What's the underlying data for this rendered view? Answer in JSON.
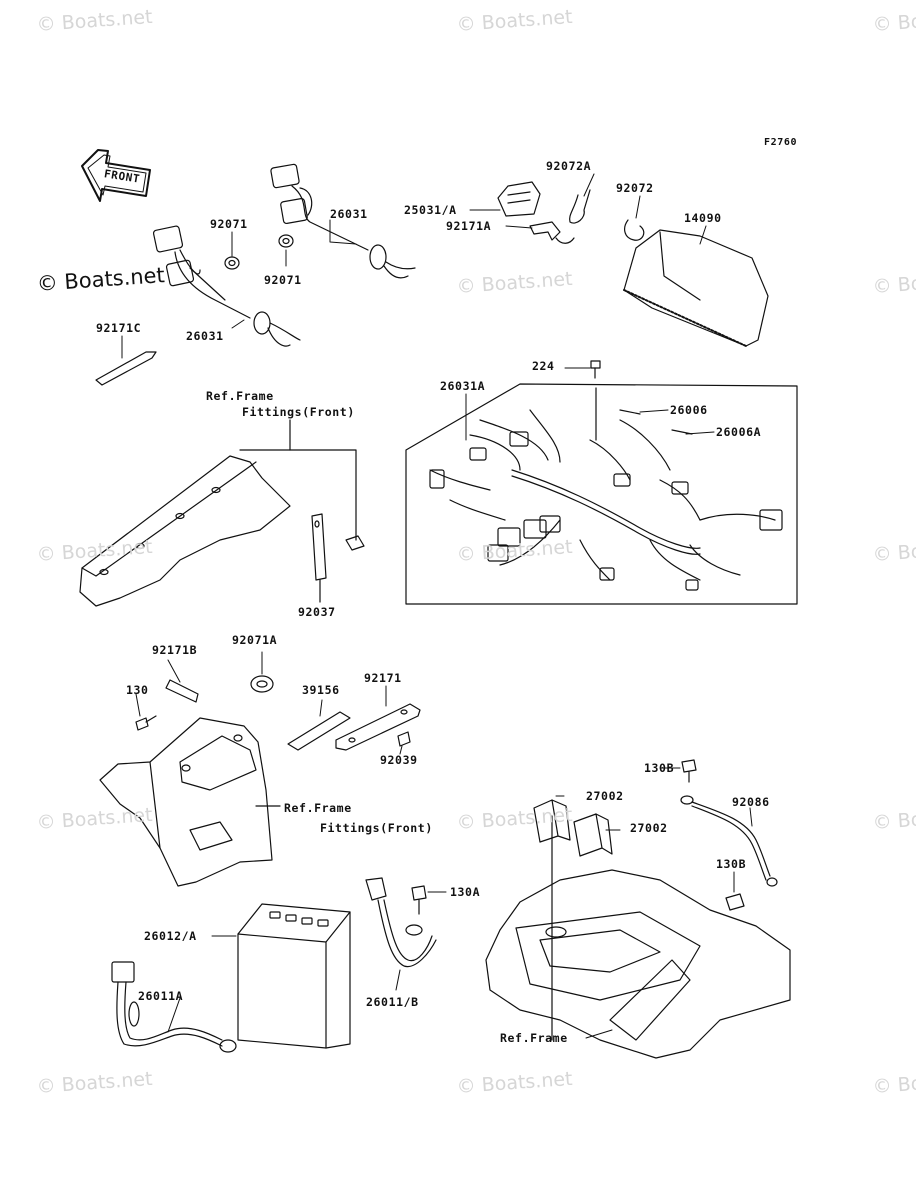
{
  "figure_code": "F2760",
  "front_arrow_label": "FRONT",
  "watermark_text": "© Boats.net",
  "part_labels": {
    "p92072A": "92072A",
    "p92072": "92072",
    "p25031A": "25031/A",
    "p14090": "14090",
    "p92171A": "92171A",
    "p92071_top": "92071",
    "p26031_top": "26031",
    "p92071_mid": "92071",
    "p26031_left": "26031",
    "p92171C": "92171C",
    "p224": "224",
    "p26031A": "26031A",
    "p26006": "26006",
    "p26006A": "26006A",
    "ref_frame_1": "Ref.Frame",
    "fittings_front_1": "Fittings(Front)",
    "p92037": "92037",
    "p92171B": "92171B",
    "p92071A": "92071A",
    "p130": "130",
    "p39156": "39156",
    "p92171": "92171",
    "p92039": "92039",
    "ref_frame_2": "Ref.Frame",
    "fittings_front_2": "Fittings(Front)",
    "p130B_top": "130B",
    "p27002_a": "27002",
    "p27002_b": "27002",
    "p92086": "92086",
    "p130B_bottom": "130B",
    "p130A": "130A",
    "p26012A": "26012/A",
    "p26011A": "26011A",
    "p26011B": "26011/B",
    "ref_frame_3": "Ref.Frame"
  }
}
